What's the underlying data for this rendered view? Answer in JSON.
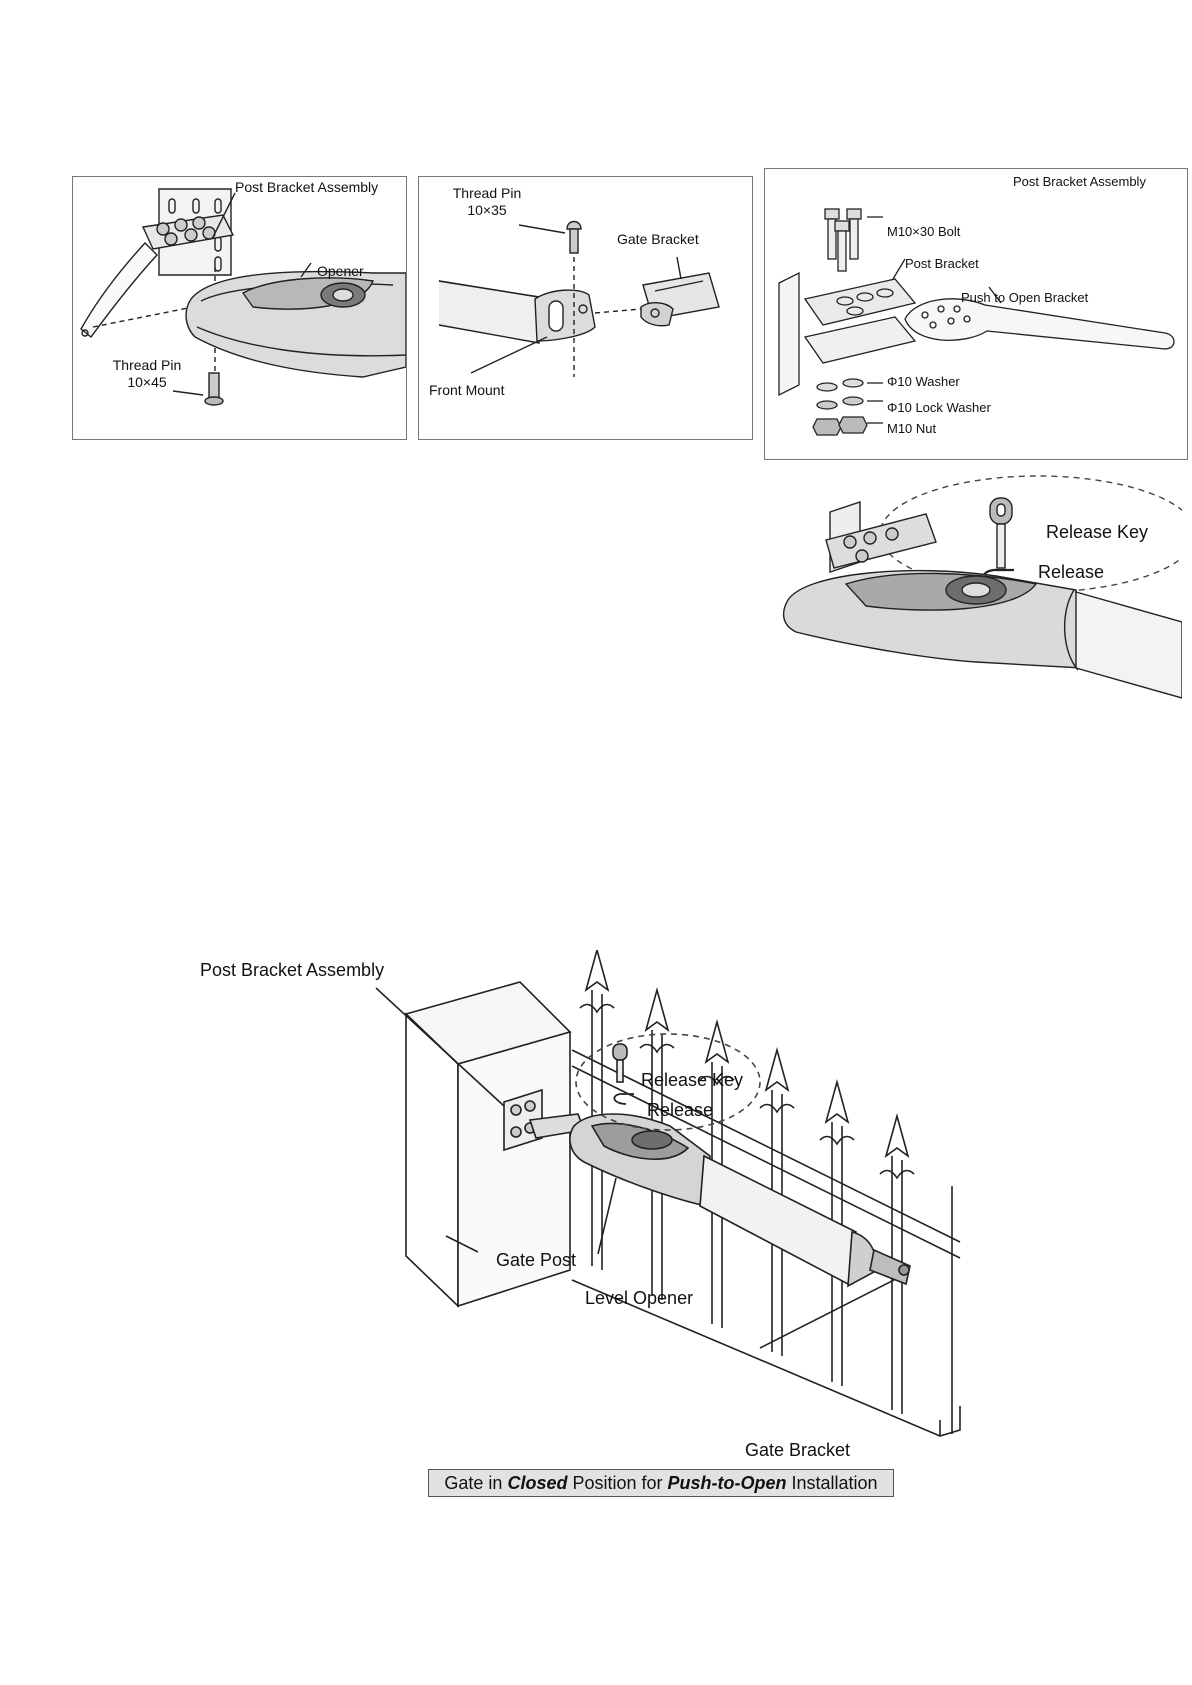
{
  "panel1": {
    "post_bracket_assembly": "Post Bracket Assembly",
    "opener": "Opener",
    "thread_pin": "Thread Pin",
    "thread_pin_size": "10×45"
  },
  "panel2": {
    "thread_pin": "Thread Pin",
    "thread_pin_size": "10×35",
    "gate_bracket": "Gate Bracket",
    "front_mount": "Front Mount"
  },
  "panel3": {
    "title": "Post Bracket Assembly",
    "bolt": "M10×30 Bolt",
    "post_bracket": "Post Bracket",
    "push_to_open_bracket": "Push to Open Bracket",
    "washer": "Φ10 Washer",
    "lock_washer": "Φ10 Lock Washer",
    "nut": "M10 Nut"
  },
  "release_detail": {
    "release_key": "Release Key",
    "release": "Release"
  },
  "installation": {
    "post_bracket_assembly": "Post Bracket Assembly",
    "release_key": "Release Key",
    "release": "Release",
    "gate_post": "Gate Post",
    "level_opener": "Level Opener",
    "gate_bracket": "Gate Bracket",
    "caption": {
      "part1": "Gate in ",
      "closed": "Closed",
      "part2": " Position for ",
      "push_to_open": "Push-to-Open",
      "part3": " Installation"
    }
  }
}
